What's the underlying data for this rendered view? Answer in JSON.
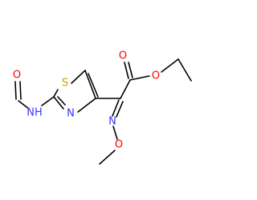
{
  "colors": {
    "bond": "#000000",
    "carbon": "#000000",
    "oxygen": "#ff0000",
    "nitrogen": "#3333ff",
    "sulfur": "#c8a200",
    "background": "#ffffff"
  },
  "atoms": {
    "o_formyl": "O",
    "nh": "NH",
    "s_ring": "S",
    "n_ring": "N",
    "o_carbonyl": "O",
    "o_ester": "O",
    "n_oxime": "N",
    "o_methoxy": "O"
  }
}
